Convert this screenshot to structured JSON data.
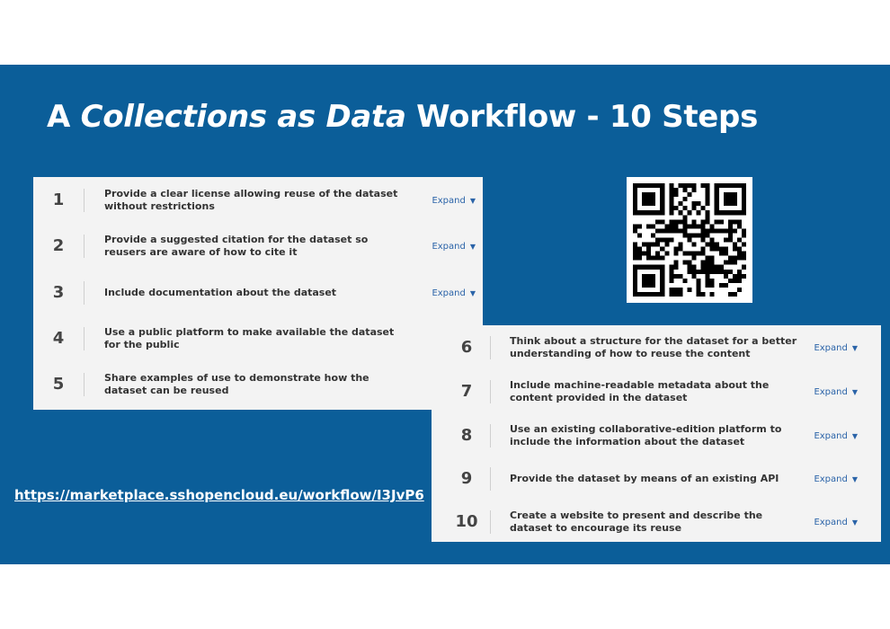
{
  "slide": {
    "title_part1": "A ",
    "title_italic": "Collections as Data",
    "title_part2": " Workflow - 10 Steps",
    "link_text": "https://marketplace.sshopencloud.eu/workflow/I3JvP6",
    "colors": {
      "background_band": "#0b5e99",
      "panel": "#f3f3f3",
      "expand_link": "#2a63a8"
    }
  },
  "steps_left": [
    {
      "num": "1",
      "text": "Provide a clear license allowing reuse of the dataset without restrictions",
      "expand": "Expand"
    },
    {
      "num": "2",
      "text": "Provide a suggested citation for the dataset so reusers are aware of how to cite it",
      "expand": "Expand"
    },
    {
      "num": "3",
      "text": "Include documentation about the dataset",
      "expand": "Expand"
    },
    {
      "num": "4",
      "text": "Use a public platform to make available the dataset for the public",
      "expand": ""
    },
    {
      "num": "5",
      "text": "Share examples of use to demonstrate how the dataset can be reused",
      "expand": ""
    }
  ],
  "steps_right": [
    {
      "num": "6",
      "text": "Think about a structure for the dataset for a better understanding of how to reuse the content",
      "expand": "Expand"
    },
    {
      "num": "7",
      "text": "Include machine-readable metadata about the content provided in the dataset",
      "expand": "Expand"
    },
    {
      "num": "8",
      "text": "Use an existing collaborative-edition platform to include the information about the dataset",
      "expand": "Expand"
    },
    {
      "num": "9",
      "text": "Provide the dataset by means of an existing API",
      "expand": "Expand"
    },
    {
      "num": "10",
      "text": "Create a website to present and describe the dataset to encourage its reuse",
      "expand": "Expand"
    }
  ],
  "icons": {
    "qr": "qr-code-icon",
    "expand_chevron": "chevron-down-icon"
  }
}
